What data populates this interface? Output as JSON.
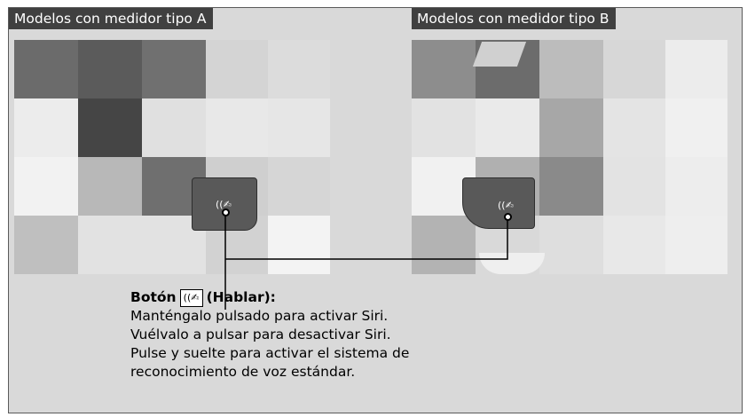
{
  "labels": {
    "model_a": "Modelos con medidor tipo A",
    "model_b": "Modelos con medidor tipo B"
  },
  "caption": {
    "button_prefix": "Botón",
    "button_suffix": "(Hablar):",
    "lines": [
      "Manténgalo pulsado para activar Siri.",
      "Vuélvalo a pulsar para desactivar Siri.",
      "Pulse y suelte para activar el sistema de",
      "reconocimiento de voz estándar."
    ]
  },
  "icons": {
    "talk_button": "talk-icon",
    "talk_glyph": "((✍"
  },
  "colors": {
    "background": "#d9d9d9",
    "label_bg": "#404040",
    "label_text": "#ffffff",
    "line": "#000000"
  }
}
